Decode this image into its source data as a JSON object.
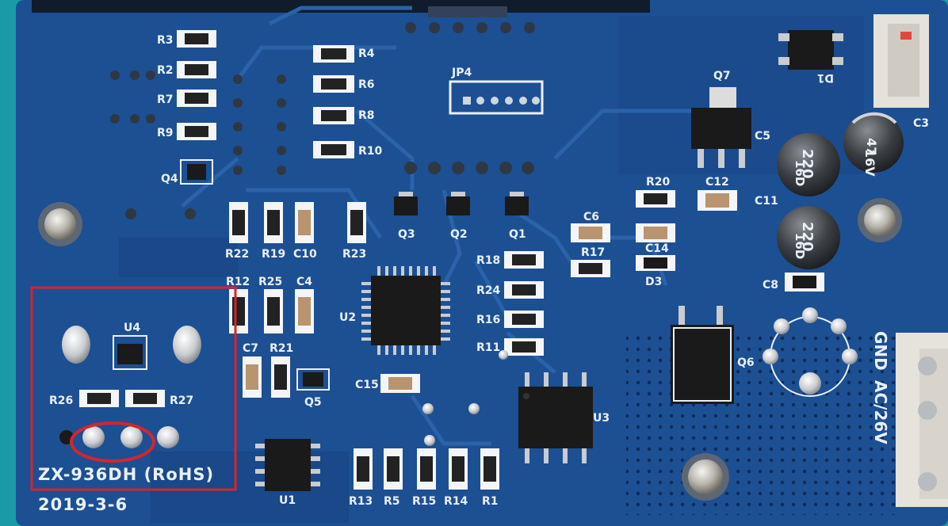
{
  "colors": {
    "board": "#1d4f93",
    "board_dark": "#143b74",
    "silkscreen": "#e9f0f7",
    "highlight_box": "#d3262d",
    "background": "#1a9aa6"
  },
  "board": {
    "model_marking": "ZX-936DH (RoHS)",
    "date_marking": "2019-3-6",
    "connector_labels": [
      "GND",
      "AC/26V"
    ],
    "header_label": "JP4"
  },
  "labels": {
    "r3": "R3",
    "r2": "R2",
    "r7": "R7",
    "r9": "R9",
    "r4": "R4",
    "r6": "R6",
    "r8": "R8",
    "r10": "R10",
    "q4": "Q4",
    "q3": "Q3",
    "q2": "Q2",
    "q1": "Q1",
    "q7": "Q7",
    "d1": "D1",
    "c3": "C3",
    "c5": "C5",
    "c11": "C11",
    "r20": "R20",
    "c12": "C12",
    "c6": "C6",
    "r17": "R17",
    "c14": "C14",
    "d3": "D3",
    "c8": "C8",
    "r22": "R22",
    "r19": "R19",
    "c10": "C10",
    "r23": "R23",
    "r18": "R18",
    "r24": "R24",
    "r16": "R16",
    "r11": "R11",
    "u2": "U2",
    "u4": "U4",
    "r12": "R12",
    "r25": "R25",
    "c4": "C4",
    "c7": "C7",
    "r21": "R21",
    "q5": "Q5",
    "c15": "C15",
    "u3": "U3",
    "q6": "Q6",
    "r26": "R26",
    "r27": "R27",
    "u1": "U1",
    "r13": "R13",
    "r5": "R5",
    "r15": "R15",
    "r14": "R14",
    "r1": "R1"
  },
  "capacitor_markings": {
    "c3_value": "47",
    "c3_voltage": "16V",
    "c5_value": "220",
    "c5_voltage": "16D",
    "c11_value": "220",
    "c11_voltage": "16D"
  }
}
